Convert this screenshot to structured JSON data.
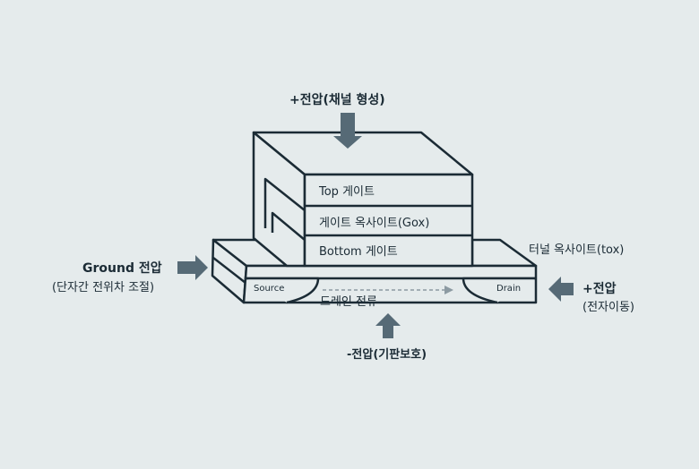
{
  "top_voltage": "+전압(채널 형성)",
  "layers": {
    "top_gate": "Top 게이트",
    "gate_oxide": "게이트 옥사이트(Gox)",
    "bottom_gate": "Bottom 게이트",
    "tunnel_oxide": "터널 옥사이트(tox)"
  },
  "source": {
    "label": "Source"
  },
  "drain": {
    "label": "Drain"
  },
  "left_voltage": {
    "label": "Ground 전압",
    "note": "(단자간 전위차 조절)"
  },
  "right_voltage": {
    "label": "+전압",
    "note": "(전자이동)"
  },
  "drain_current": "드레인 전류",
  "bottom_voltage": "-전압(기판보호)",
  "colors": {
    "stroke": "#1b2b35",
    "arrow": "#566a76",
    "background": "#e5ebec",
    "dashed_arrow": "#8c9aa2"
  }
}
